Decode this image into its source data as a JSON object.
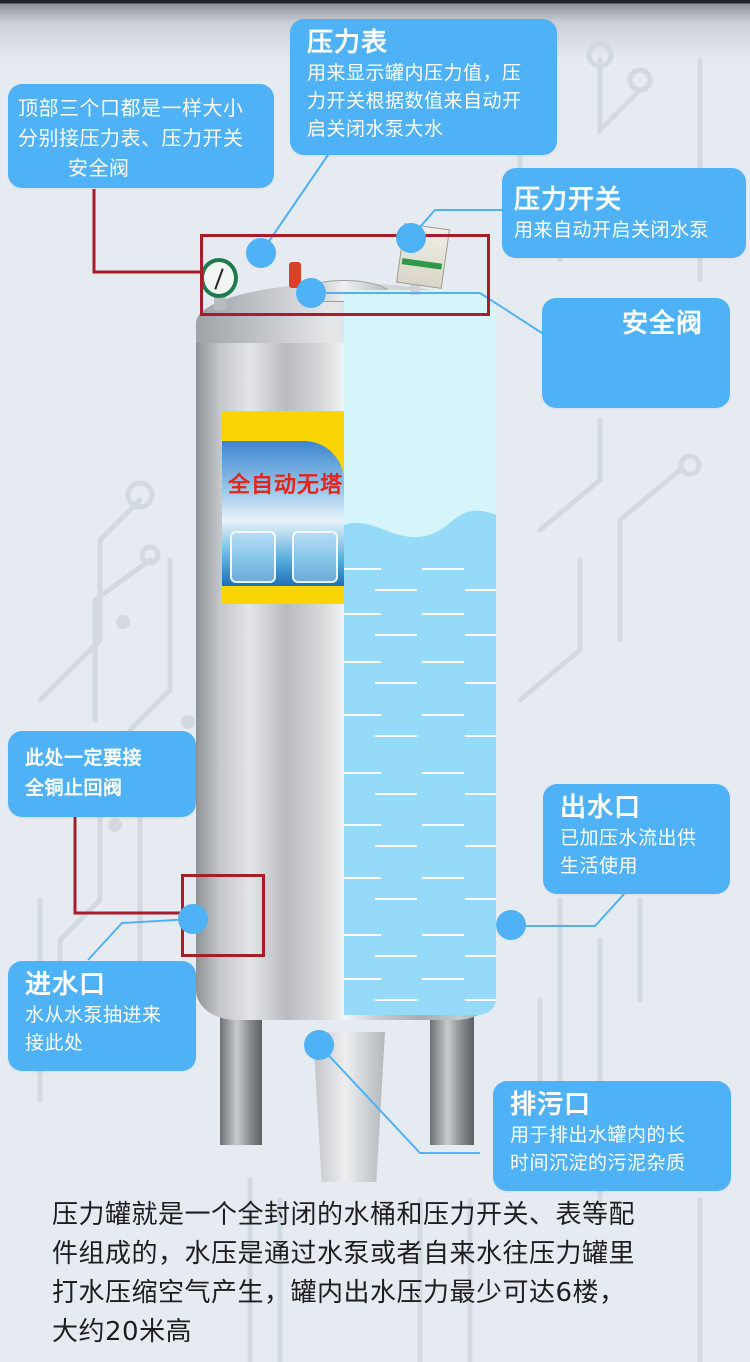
{
  "colors": {
    "callout_bg": "#4fb2f6",
    "callout_text": "#ffffff",
    "highlight_frame": "#a81c2c",
    "background": "#e6ebf2",
    "water_light": "#d6f5fb",
    "water_fill": "#96dafa",
    "sticker_yellow": "#fbd406",
    "sticker_title": "#e2261c"
  },
  "callouts": {
    "top_ports": {
      "lines": [
        "顶部三个口都是一样大小",
        "分别接压力表、压力开关",
        "安全阀"
      ]
    },
    "pressure_gauge": {
      "title": "压力表",
      "lines": [
        "用来显示罐内压力值，压",
        "力开关根据数值来自动开",
        "启关闭水泵大水"
      ]
    },
    "pressure_switch": {
      "title": "压力开关",
      "lines": [
        "用来自动开启关闭水泵"
      ]
    },
    "safety_valve": {
      "title": "安全阀"
    },
    "check_valve_note": {
      "lines": [
        "此处一定要接",
        "全铜止回阀"
      ]
    },
    "outlet": {
      "title": "出水口",
      "lines": [
        "已加压水流出供",
        "生活使用"
      ]
    },
    "inlet": {
      "title": "进水口",
      "lines": [
        "水从水泵抽进来",
        "接此处"
      ]
    },
    "drain": {
      "title": "排污口",
      "lines": [
        "用于排出水罐内的长",
        "时间沉淀的污泥杂质"
      ]
    }
  },
  "tank": {
    "sticker_title": "全自动无塔"
  },
  "description": {
    "lines": [
      "压力罐就是一个全封闭的水桶和压力开关、表等配",
      "件组成的，水压是通过水泵或者自来水往压力罐里",
      "打水压缩空气产生，罐内出水压力最少可达6楼，",
      "大约20米高"
    ]
  }
}
